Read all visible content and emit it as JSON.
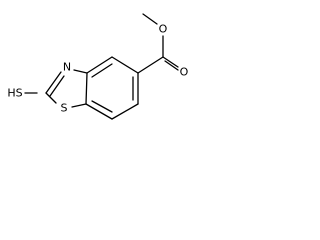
{
  "molecule": {
    "atoms": {
      "thiol_s": "HS",
      "thiazole_s": "S",
      "thiazole_n": "N",
      "carbonyl_o": "O",
      "ester_o": "O"
    }
  }
}
